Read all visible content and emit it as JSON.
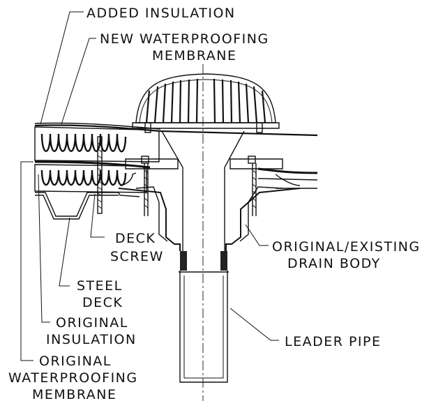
{
  "labels": {
    "added_insulation": "ADDED INSULATION",
    "new_membrane_1": "NEW WATERPROOFING",
    "new_membrane_2": "MEMBRANE",
    "deck_screw_1": "DECK",
    "deck_screw_2": "SCREW",
    "steel_deck_1": "STEEL",
    "steel_deck_2": "DECK",
    "original_insulation_1": "ORIGINAL",
    "original_insulation_2": "INSULATION",
    "original_membrane_1": "ORIGINAL",
    "original_membrane_2": "WATERPROOFING",
    "original_membrane_3": "MEMBRANE",
    "drain_body_1": "ORIGINAL/EXISTING",
    "drain_body_2": "DRAIN BODY",
    "leader_pipe": "LEADER PIPE"
  }
}
